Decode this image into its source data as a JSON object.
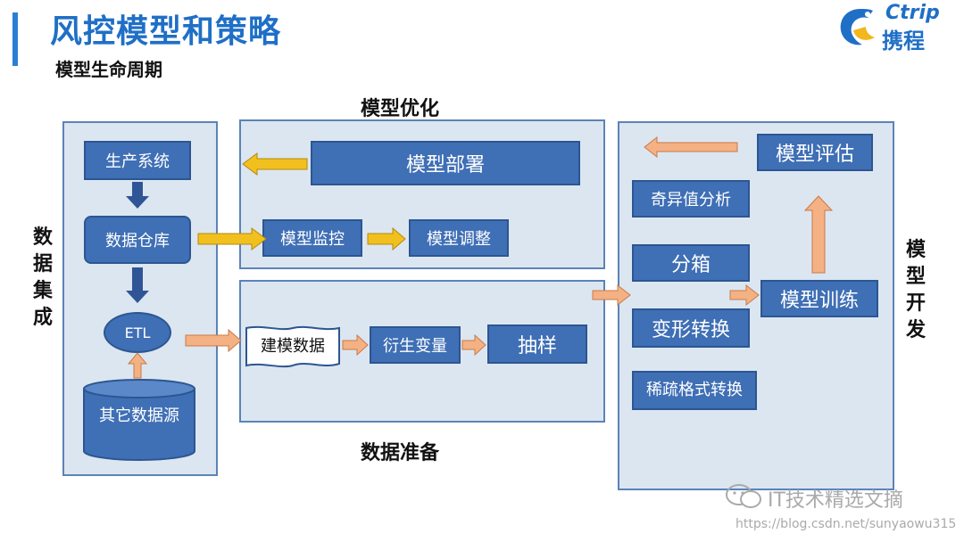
{
  "header": {
    "title": "风控模型和策略",
    "subtitle": "模型生命周期",
    "logo_text": "Ctrip",
    "logo_cn": "携程",
    "accent_color": "#1f6fc6"
  },
  "sections": {
    "optimize_label": "模型优化",
    "prepare_label": "数据准备",
    "collect_label": [
      "数",
      "据",
      "集",
      "成"
    ],
    "develop_label": [
      "模",
      "型",
      "开",
      "发"
    ]
  },
  "nodes": {
    "production": "生产系统",
    "warehouse": "数据仓库",
    "etl": "ETL",
    "other_sources": "其它数据源",
    "deploy": "模型部署",
    "monitor": "模型监控",
    "tune": "模型调整",
    "modeling_data": "建模数据",
    "derived_vars": "衍生变量",
    "sampling": "抽样",
    "evaluate": "模型评估",
    "outlier": "奇异值分析",
    "binning": "分箱",
    "transform": "变形转换",
    "sparse": "稀疏格式转换",
    "train": "模型训练"
  },
  "watermark": {
    "wechat": "IT技术精选文摘",
    "url": "https://blog.csdn.net/sunyaowu315"
  },
  "colors": {
    "box": "#3f6fb5",
    "panel": "#dce6f1",
    "arrow_yellow": "#f2c01e",
    "arrow_peach": "#f4b183",
    "arrow_blue": "#2f5597"
  }
}
